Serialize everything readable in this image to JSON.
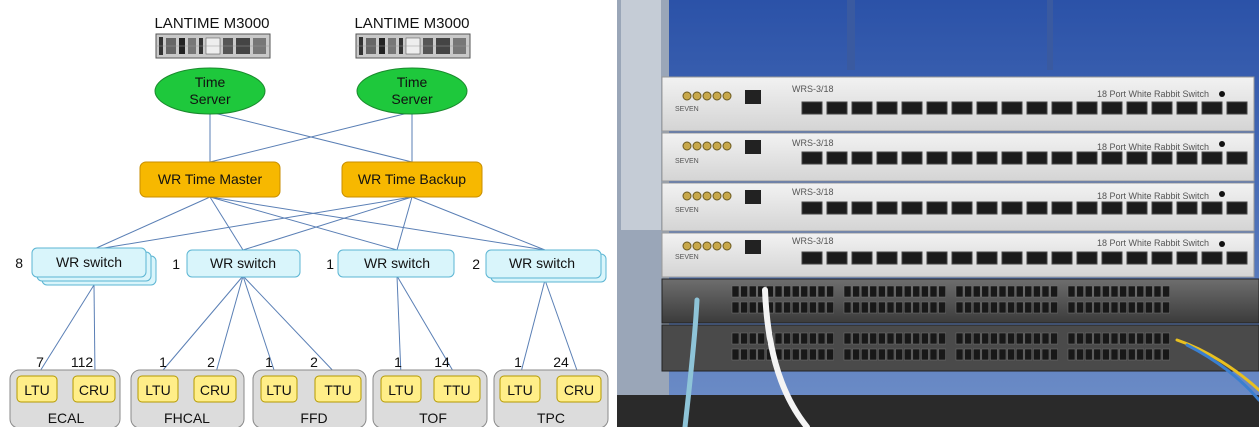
{
  "servers": [
    {
      "device": "LANTIME M3000",
      "label_line1": "Time",
      "label_line2": "Server"
    },
    {
      "device": "LANTIME M3000",
      "label_line1": "Time",
      "label_line2": "Server"
    }
  ],
  "masters": [
    {
      "label": "WR Time Master"
    },
    {
      "label": "WR Time Backup"
    }
  ],
  "switches": [
    {
      "count": "8",
      "label": "WR switch"
    },
    {
      "count": "1",
      "label": "WR switch"
    },
    {
      "count": "1",
      "label": "WR switch"
    },
    {
      "count": "2",
      "label": "WR switch"
    }
  ],
  "groups": [
    {
      "name": "ECAL",
      "left": {
        "count": "7",
        "label": "LTU"
      },
      "right": {
        "count": "112",
        "label": "CRU"
      }
    },
    {
      "name": "FHCAL",
      "left": {
        "count": "1",
        "label": "LTU"
      },
      "right": {
        "count": "2",
        "label": "CRU"
      }
    },
    {
      "name": "FFD",
      "left": {
        "count": "1",
        "label": "LTU"
      },
      "right": {
        "count": "2",
        "label": "TTU"
      }
    },
    {
      "name": "TOF",
      "left": {
        "count": "1",
        "label": "LTU"
      },
      "right": {
        "count": "14",
        "label": "TTU"
      }
    },
    {
      "name": "TPC",
      "left": {
        "count": "1",
        "label": "LTU"
      },
      "right": {
        "count": "24",
        "label": "CRU"
      }
    }
  ],
  "photo": {
    "wrs_model": "WRS-3/18",
    "wrs_title": "18 Port White Rabbit Switch",
    "brand": "SEVEN"
  },
  "colors": {
    "line": "#5a7fb5",
    "server_fill": "#1ec83c",
    "master_fill": "#f7b800",
    "switch_fill": "#d9f5fb",
    "switch_stroke": "#5bb5d3",
    "unit_fill": "#ffee88",
    "group_fill": "#dcdcdc"
  }
}
